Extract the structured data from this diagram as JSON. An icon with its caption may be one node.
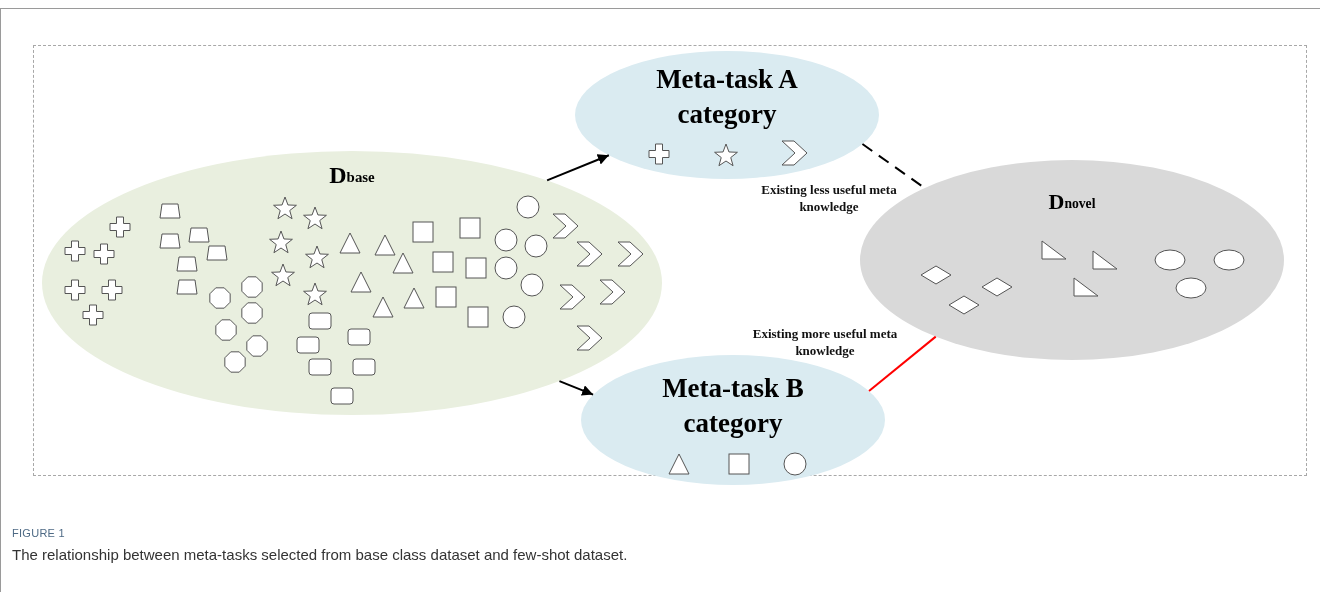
{
  "diagram": {
    "caption": "The relationship between meta-tasks selected from base class dataset and few-shot dataset.",
    "nodes": [
      {
        "text": [
          "D$_{base}$"
        ]
      },
      {
        "text": [
          "Meta-task A category"
        ]
      },
      {
        "text": [
          "Meta-task B category"
        ]
      },
      {
        "text": [
          "D$_{novel}$"
        ]
      }
    ],
    "edges": [
      {
        "from": 0,
        "to": 1,
        "arrow": "to"
      },
      {
        "from": 0,
        "to": 2,
        "arrow": "to"
      },
      {
        "from": 1,
        "to": 3,
        "arrow": "none",
        "style": "dashed",
        "label": "Existing less useful meta knowledge"
      },
      {
        "from": 2,
        "to": 3,
        "arrow": "none",
        "color": "#ff0000",
        "label": "Existing more useful meta knowledge"
      }
    ],
    "labels": [
      "FIGURE 1"
    ]
  }
}
